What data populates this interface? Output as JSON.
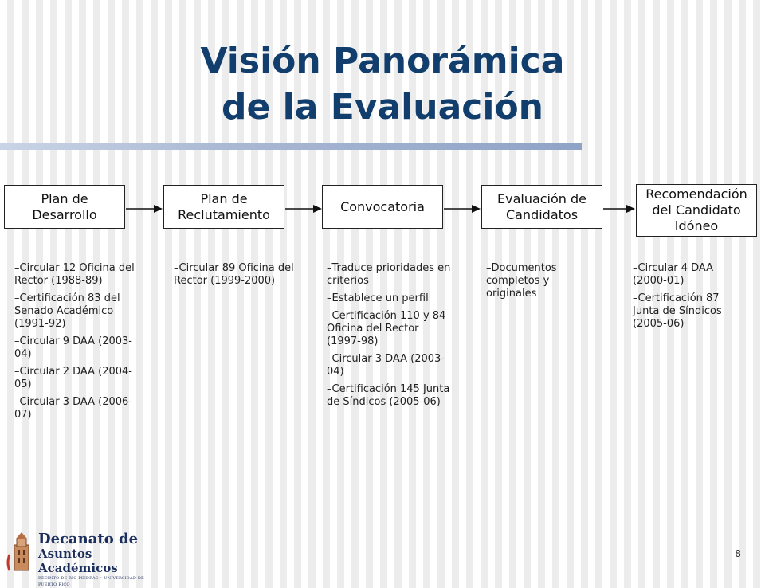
{
  "title": {
    "line1": "Visión Panorámica",
    "line2": "de la Evaluación"
  },
  "steps": [
    {
      "label": "Plan de Desarrollo",
      "notes": [
        "–Circular 12 Oficina del Rector (1988-89)",
        "–Certificación 83 del Senado Académico (1991-92)",
        "–Circular 9 DAA (2003-04)",
        "–Circular 2 DAA (2004-05)",
        "–Circular 3 DAA (2006-07)"
      ]
    },
    {
      "label": "Plan de Reclutamiento",
      "notes": [
        "–Circular 89 Oficina del Rector (1999-2000)"
      ]
    },
    {
      "label": "Convocatoria",
      "notes": [
        "–Traduce prioridades en criterios",
        "–Establece un perfil",
        "–Certificación 110 y 84 Oficina del Rector (1997-98)",
        "–Circular 3 DAA (2003-04)",
        "–Certificación 145 Junta de Síndicos (2005-06)"
      ]
    },
    {
      "label": "Evaluación de Candidatos",
      "notes": [
        "–Documentos completos y originales"
      ]
    },
    {
      "label": "Recomendación del Candidato Idóneo",
      "notes": [
        "–Circular 4 DAA (2000-01)",
        "–Certificación 87 Junta de Síndicos (2005-06)"
      ]
    }
  ],
  "logo": {
    "line1": "Decanato de",
    "line2": "Asuntos Académicos",
    "line3": "RECINTO DE RÍO PIEDRAS • UNIVERSIDAD DE PUERTO RICO"
  },
  "page_number": "8",
  "colors": {
    "title": "#123e6e",
    "rule": "#8fa3c7"
  }
}
